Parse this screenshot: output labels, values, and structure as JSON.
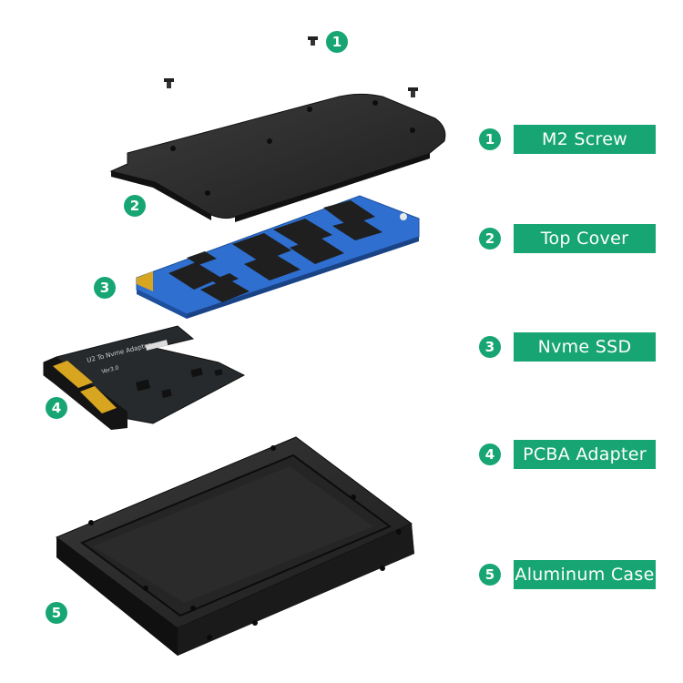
{
  "accent_color": "#17a673",
  "parts": [
    {
      "number": "1",
      "label": "M2 Screw"
    },
    {
      "number": "2",
      "label": "Top Cover"
    },
    {
      "number": "3",
      "label": "Nvme SSD"
    },
    {
      "number": "4",
      "label": "PCBA Adapter"
    },
    {
      "number": "5",
      "label": "Aluminum Case"
    }
  ],
  "adapter_board_text": {
    "line1": "U2 To Nvme Adapter",
    "line2": "Ver3.0"
  }
}
